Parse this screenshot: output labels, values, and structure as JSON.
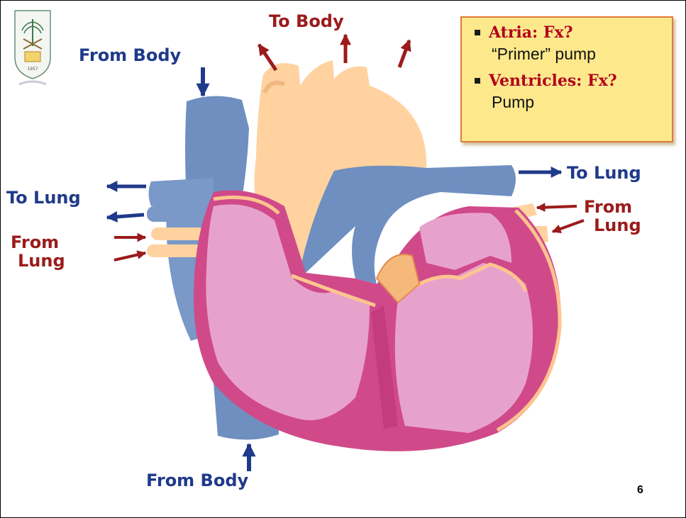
{
  "labels": {
    "to_body": "To Body",
    "from_body_top": "From Body",
    "from_body_bottom": "From Body",
    "to_lung_left": "To Lung",
    "to_lung_right": "To Lung",
    "from_lung_left_1": "From",
    "from_lung_left_2": "Lung",
    "from_lung_right_1": "From",
    "from_lung_right_2": "Lung"
  },
  "callout": {
    "items": [
      {
        "head": "Atria: Fx?",
        "sub": "“Primer” pump"
      },
      {
        "head": "Ventricles:  Fx?",
        "sub": "Pump"
      }
    ]
  },
  "page_number": "6",
  "colors": {
    "vein_blue": "#6f8fc0",
    "artery_peach": "#ffd2a0",
    "ventricle_pink": "#e7a2cc",
    "myocardium_magenta": "#d04a8a",
    "arrow_blue": "#1f3a8a",
    "arrow_red": "#9b1b1b",
    "callout_fill": "#fde98c",
    "callout_border": "#e07b39"
  }
}
